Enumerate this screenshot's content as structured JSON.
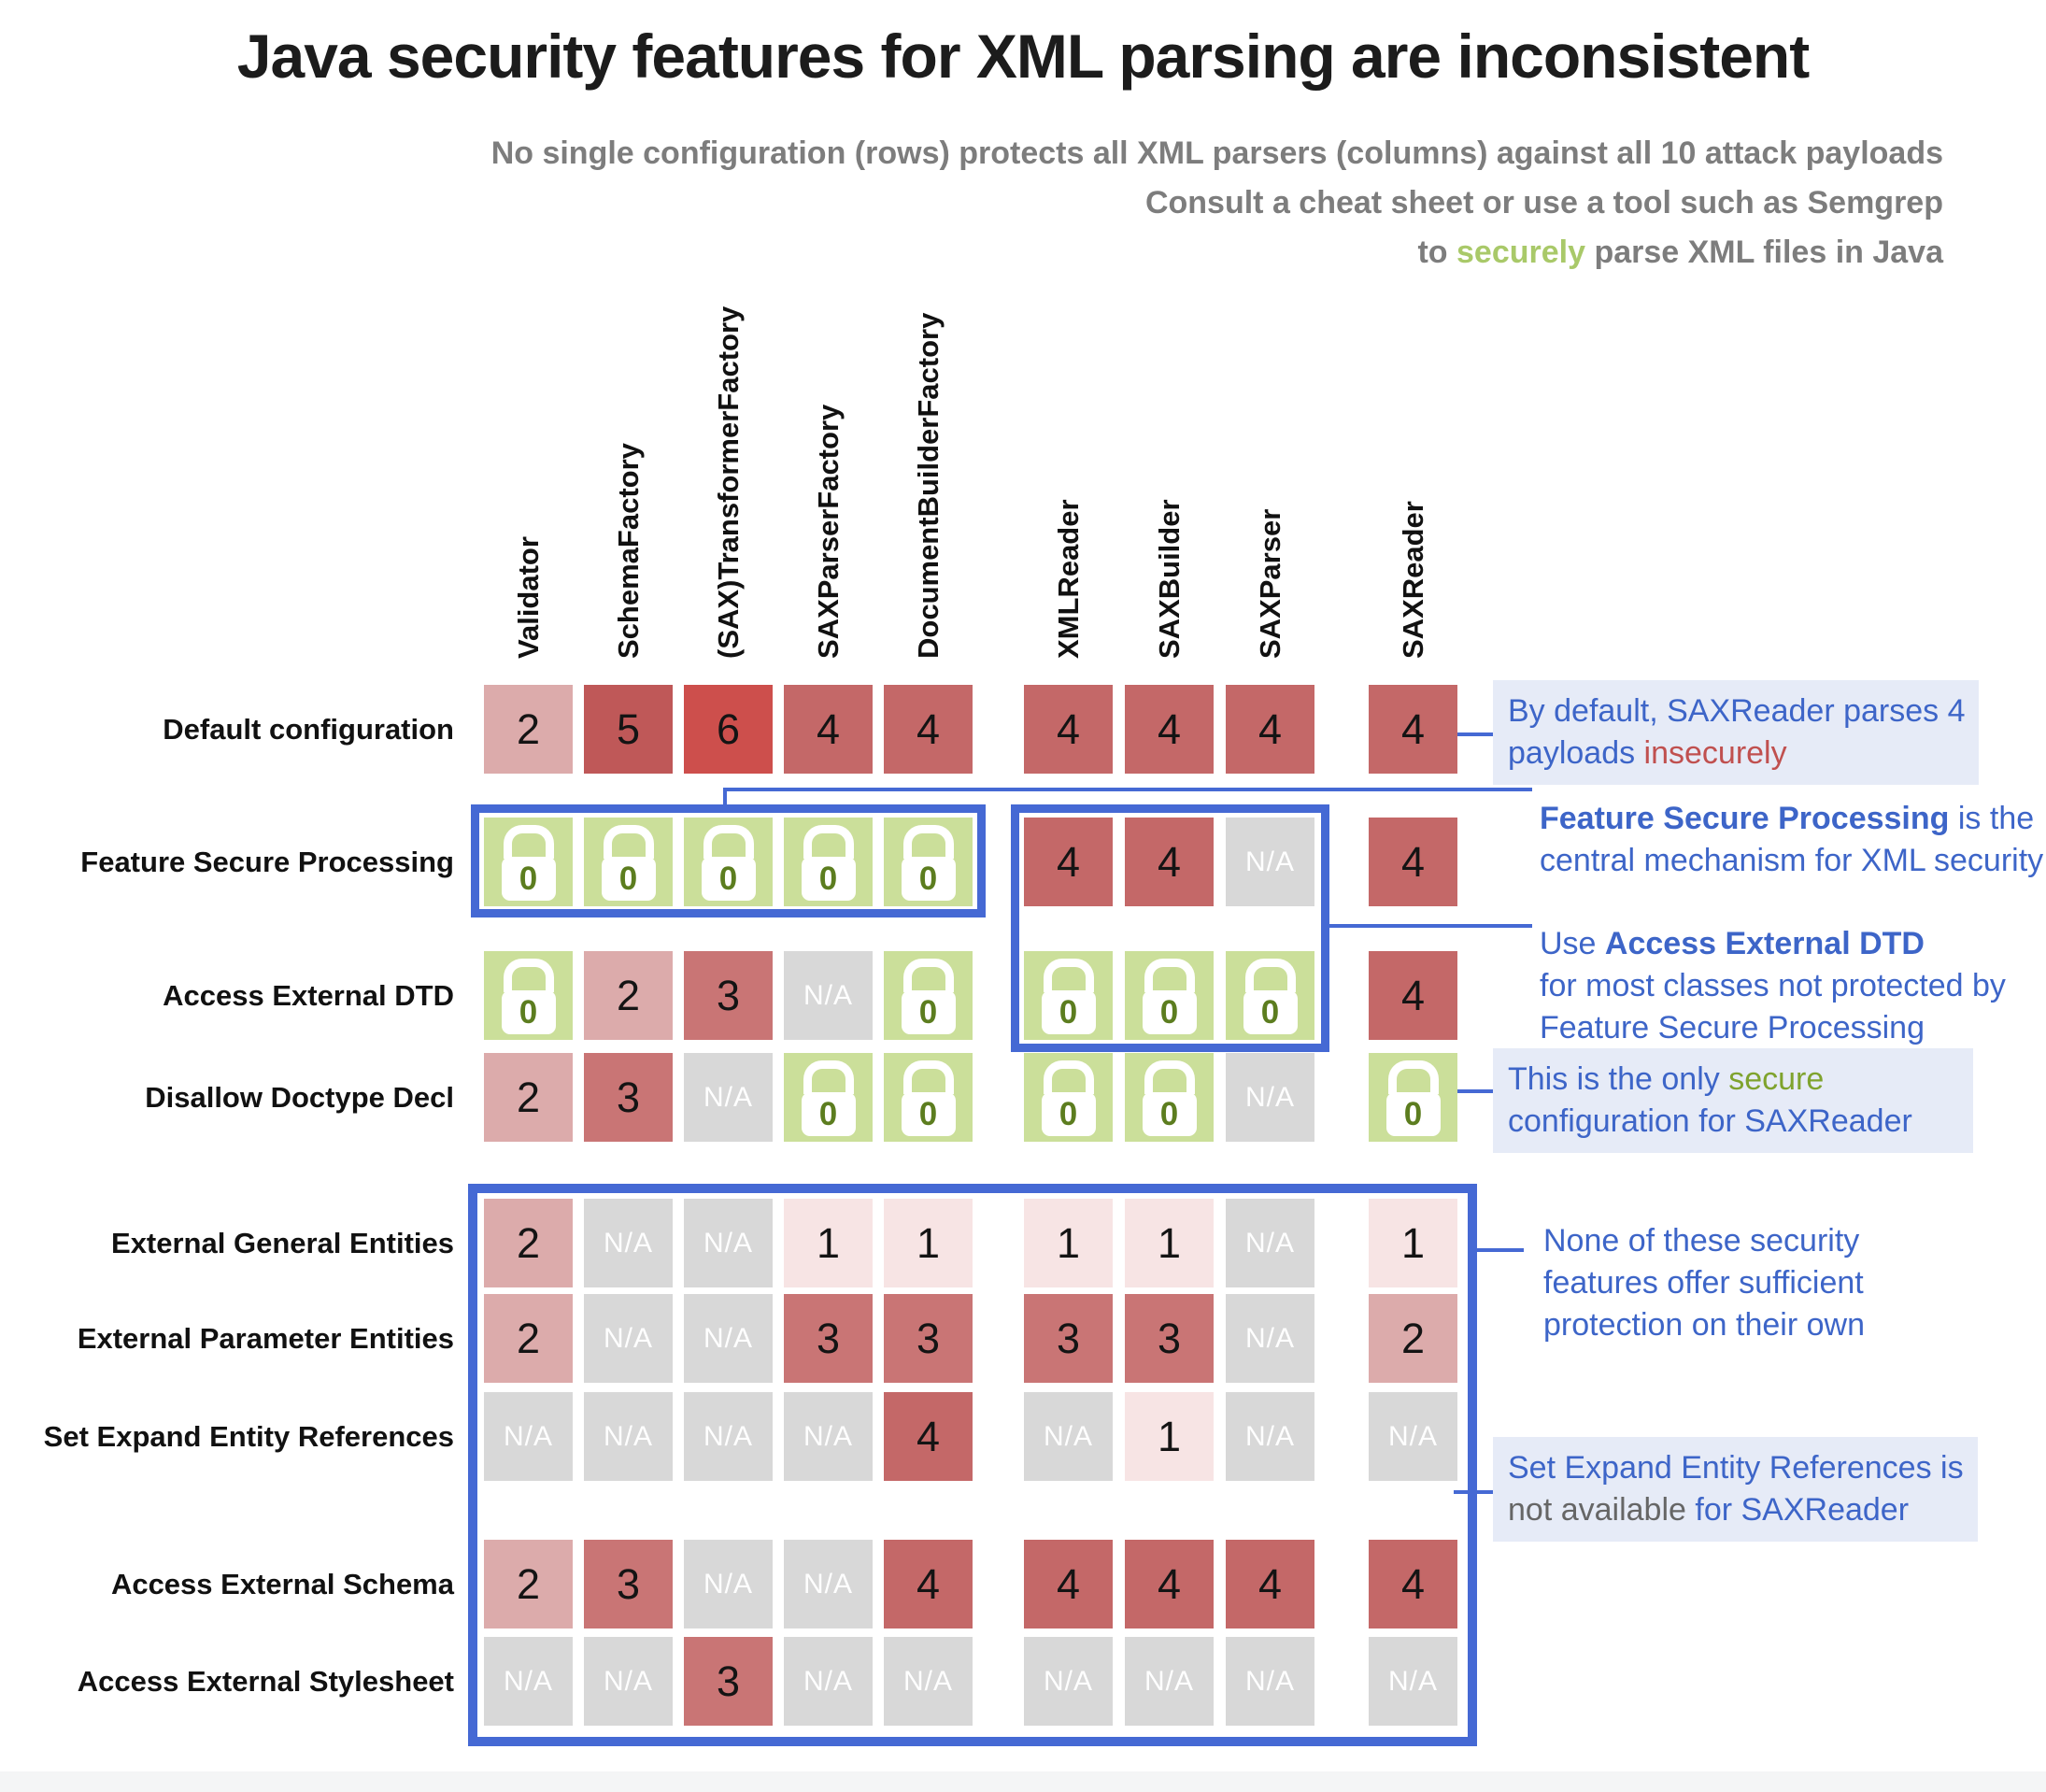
{
  "header": {
    "title": "Java security features for XML parsing are inconsistent",
    "subtitle_line1": "No single configuration (rows) protects all XML parsers (columns) against all 10 attack payloads",
    "subtitle_line2": "Consult a cheat sheet or use a tool such as Semgrep",
    "subtitle_line3": {
      "prefix": "to ",
      "highlight": "securely",
      "suffix": " parse XML files in Java"
    }
  },
  "chart_data": {
    "type": "heatmap",
    "title": "Java security features for XML parsing are inconsistent",
    "columns": [
      "Validator",
      "SchemaFactory",
      "(SAX)TransformerFactory",
      "SAXParserFactory",
      "DocumentBuilderFactory",
      "XMLReader",
      "SAXBuilder",
      "SAXParser",
      "SAXReader"
    ],
    "column_groups": [
      [
        0,
        1,
        2,
        3,
        4
      ],
      [
        5,
        6,
        7
      ],
      [
        8
      ]
    ],
    "rows": [
      {
        "label": "Default configuration",
        "values": [
          "2",
          "5",
          "6",
          "4",
          "4",
          "4",
          "4",
          "4",
          "4"
        ]
      },
      {
        "label": "Feature Secure Processing",
        "values": [
          "0",
          "0",
          "0",
          "0",
          "0",
          "4",
          "4",
          "N/A",
          "4"
        ]
      },
      {
        "label": "Access External DTD",
        "values": [
          "0",
          "2",
          "3",
          "N/A",
          "0",
          "0",
          "0",
          "0",
          "4"
        ]
      },
      {
        "label": "Disallow Doctype Decl",
        "values": [
          "2",
          "3",
          "N/A",
          "0",
          "0",
          "0",
          "0",
          "N/A",
          "0"
        ]
      },
      {
        "label": "External General Entities",
        "values": [
          "2",
          "N/A",
          "N/A",
          "1",
          "1",
          "1",
          "1",
          "N/A",
          "1"
        ]
      },
      {
        "label": "External Parameter Entities",
        "values": [
          "2",
          "N/A",
          "N/A",
          "3",
          "3",
          "3",
          "3",
          "N/A",
          "2"
        ]
      },
      {
        "label": "Set Expand Entity References",
        "values": [
          "N/A",
          "N/A",
          "N/A",
          "N/A",
          "4",
          "N/A",
          "1",
          "N/A",
          "N/A"
        ]
      },
      {
        "label": "Access External Schema",
        "values": [
          "2",
          "3",
          "N/A",
          "N/A",
          "4",
          "4",
          "4",
          "4",
          "4"
        ]
      },
      {
        "label": "Access External Stylesheet",
        "values": [
          "N/A",
          "N/A",
          "3",
          "N/A",
          "N/A",
          "N/A",
          "N/A",
          "N/A",
          "N/A"
        ]
      }
    ],
    "value_meaning": "number of attack payloads (out of 10) parsed insecurely; 0 shown as lock = secure; N/A = setting not available",
    "value_colors": {
      "0": "#cbdf9a",
      "1": "#f7e4e4",
      "2": "#dcabab",
      "3": "#c97575",
      "4": "#c46868",
      "5": "#bf5858",
      "6": "#cd4f4c",
      "N/A": "#d8d8d8"
    },
    "legend_position": "none",
    "grid": false
  },
  "annotations": [
    {
      "name": "annotation-default-insecure",
      "highlighted": true,
      "lines": [
        [
          {
            "t": "By default, SAXReader parses 4"
          }
        ],
        [
          {
            "t": "payloads "
          },
          {
            "t": "insecurely",
            "c": "red"
          }
        ]
      ]
    },
    {
      "name": "annotation-feature-secure-processing",
      "highlighted": false,
      "lines": [
        [
          {
            "t": "Feature Secure Processing",
            "b": true
          },
          {
            "t": " is the"
          }
        ],
        [
          {
            "t": "central mechanism for XML security"
          }
        ]
      ]
    },
    {
      "name": "annotation-access-external-dtd",
      "highlighted": false,
      "lines": [
        [
          {
            "t": "Use "
          },
          {
            "t": "Access External DTD",
            "b": true
          }
        ],
        [
          {
            "t": "for most classes not protected by"
          }
        ],
        [
          {
            "t": "Feature Secure Processing"
          }
        ]
      ]
    },
    {
      "name": "annotation-only-secure-saxreader",
      "highlighted": true,
      "lines": [
        [
          {
            "t": "This is the only "
          },
          {
            "t": "secure",
            "c": "green"
          }
        ],
        [
          {
            "t": "configuration for SAXReader"
          }
        ]
      ]
    },
    {
      "name": "annotation-insufficient-protection",
      "highlighted": false,
      "lines": [
        [
          {
            "t": "None of these security"
          }
        ],
        [
          {
            "t": "features offer sufficient"
          }
        ],
        [
          {
            "t": "protection on their own"
          }
        ]
      ]
    },
    {
      "name": "annotation-seer-not-available",
      "highlighted": true,
      "lines": [
        [
          {
            "t": "Set Expand Entity References is"
          }
        ],
        [
          {
            "t": "not available",
            "c": "gray"
          },
          {
            "t": " for SAXReader"
          }
        ]
      ]
    }
  ],
  "colors": {
    "accent_blue": "#4569d4",
    "annotation_blue": "#3d65c8",
    "annotation_highlight_bg": "#e6ebf7",
    "insecure_red": "#c0504f",
    "secure_green": "#7fa32e",
    "subtitle_green": "#a9c969",
    "subtitle_gray": "#7d7d7d",
    "na_gray": "#d8d8d8",
    "lock_digit_olive": "#5c7d1f"
  }
}
